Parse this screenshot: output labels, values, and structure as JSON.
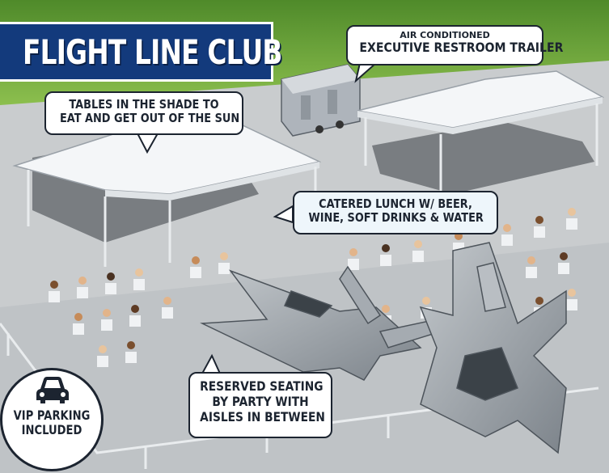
{
  "title": "FLIGHT LINE CLUB",
  "callouts": {
    "restroom": {
      "line1": "AIR CONDITIONED",
      "line2": "EXECUTIVE RESTROOM TRAILER"
    },
    "shade": {
      "line1": "TABLES IN THE SHADE TO",
      "line2": "EAT AND GET OUT OF THE SUN"
    },
    "lunch": {
      "line1": "CATERED LUNCH W/ BEER,",
      "line2": "WINE, SOFT DRINKS & WATER"
    },
    "reserved": {
      "line1": "RESERVED SEATING",
      "line2": "BY PARTY WITH",
      "line3": "AISLES IN BETWEEN"
    }
  },
  "vip": {
    "line1": "VIP PARKING",
    "line2": "INCLUDED"
  },
  "icons": [
    "car-icon"
  ],
  "colors": {
    "banner": "#133a7c",
    "grass": "#6fa33a",
    "tarmac": "#c9ccce",
    "tent": "#f4f6f8",
    "jet": "#9aa1a8",
    "outline": "#1c2430"
  }
}
